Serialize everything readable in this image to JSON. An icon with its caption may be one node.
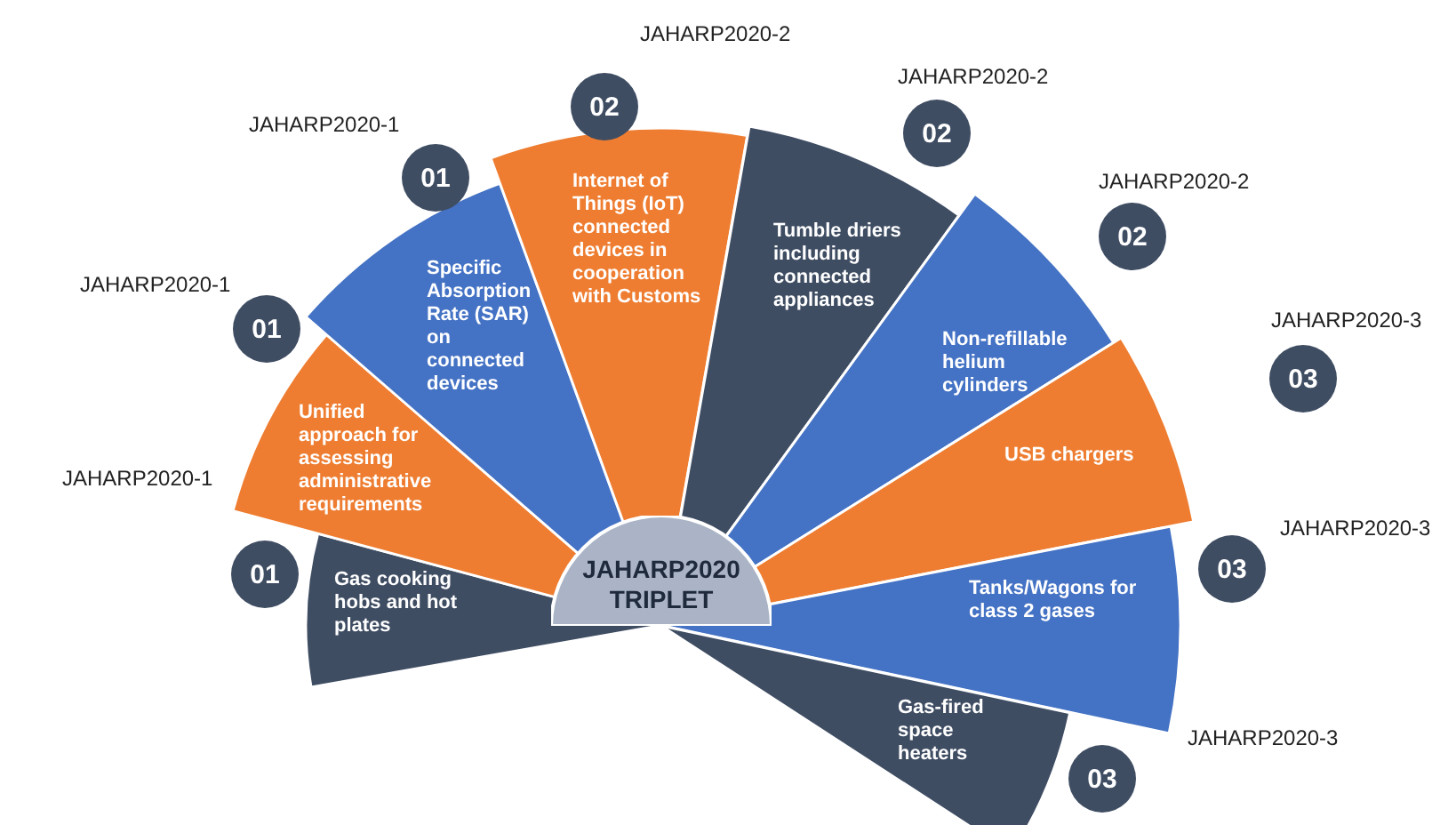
{
  "diagram": {
    "nodes": [
      {
        "text": [
          "JAHARP2020 TRIPLET"
        ]
      },
      {
        "text": [
          "Gas cooking hobs and hot plates"
        ]
      },
      {
        "text": [
          "Unified approach for assessing administrative requirements"
        ]
      },
      {
        "text": [
          "Specific Absorption Rate (SAR) on connected devices"
        ]
      },
      {
        "text": [
          "Internet of Things (IoT) connected devices in cooperation with Customs"
        ]
      },
      {
        "text": [
          "Tumble driers including connected appliances"
        ]
      },
      {
        "text": [
          "Non-refillable helium cylinders"
        ]
      },
      {
        "text": [
          "USB chargers"
        ]
      },
      {
        "text": [
          "Tanks/Wagons for class 2 gases"
        ]
      },
      {
        "text": [
          "Gas-fired space heaters"
        ]
      },
      {
        "text": [
          "01"
        ]
      },
      {
        "text": [
          "01"
        ]
      },
      {
        "text": [
          "01"
        ]
      },
      {
        "text": [
          "02"
        ]
      },
      {
        "text": [
          "02"
        ]
      },
      {
        "text": [
          "02"
        ]
      },
      {
        "text": [
          "03"
        ]
      },
      {
        "text": [
          "03"
        ]
      },
      {
        "text": [
          "03"
        ]
      }
    ],
    "labels": [
      "JAHARP2020-2",
      "JAHARP2020-2",
      "JAHARP2020-1",
      "JAHARP2020-2",
      "JAHARP2020-1",
      "JAHARP2020-3",
      "JAHARP2020-1",
      "JAHARP2020-3",
      "JAHARP2020-3"
    ]
  }
}
